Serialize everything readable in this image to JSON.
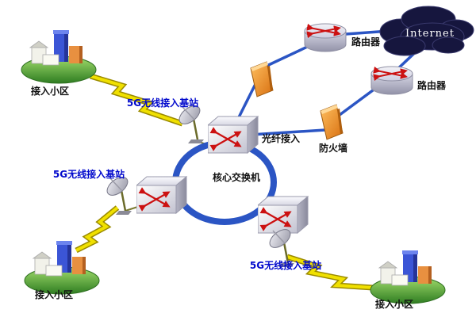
{
  "diagram": {
    "type": "network-topology",
    "nodes": {
      "internet": {
        "label": "Internet"
      },
      "router_top": {
        "label": "路由器"
      },
      "router_right": {
        "label": "路由器"
      },
      "firewall": {
        "label": "防火墙"
      },
      "fiber_access": {
        "label": "光纤接入"
      },
      "core_switch": {
        "label": "核心交换机"
      },
      "base_station_top": {
        "label": "5G无线接入基站"
      },
      "base_station_left": {
        "label": "5G无线接入基站"
      },
      "base_station_bottom": {
        "label": "5G无线接入基站"
      },
      "community_top_left": {
        "label": "接入小区"
      },
      "community_bottom_left": {
        "label": "接入小区"
      },
      "community_bottom_right": {
        "label": "接入小区"
      }
    },
    "colors": {
      "link_blue": "#2b55c4",
      "ring_blue": "#2b55c4",
      "label_black": "#111111",
      "label_blue": "#0008cc",
      "internet_text": "#ffffff",
      "cloud_fill": "#16163e",
      "firewall_orange": "#e8891e",
      "lightning_yellow": "#f0e000",
      "grass_green": "#2f7d22",
      "switch_arrow_red": "#cc1111"
    }
  }
}
